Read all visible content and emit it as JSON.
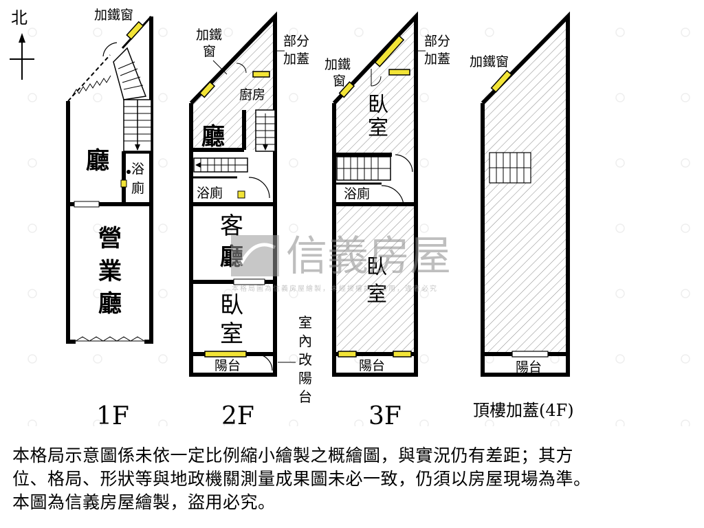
{
  "compass": {
    "label": "北"
  },
  "watermark": {
    "brand": "信義房屋",
    "notice": "本格局圖為信義房屋繪製，未經授權請勿盜用，違者必究"
  },
  "floors": {
    "f1": {
      "caption": "1F",
      "rooms": {
        "hall": "廳",
        "shop": [
          "營",
          "業",
          "廳"
        ],
        "bath": [
          "浴",
          "廁"
        ]
      },
      "notes": {
        "iron_window": "加鐵窗"
      }
    },
    "f2": {
      "caption": "2F",
      "rooms": {
        "kitchen": "廚房",
        "hall": "廳",
        "bath": "浴廁",
        "living": [
          "客",
          "廳"
        ],
        "bedroom": [
          "臥",
          "室"
        ],
        "balcony": "陽台"
      },
      "notes": {
        "iron_window": [
          "加鐵",
          "窗"
        ],
        "partial_addition": [
          "部分",
          "加蓋"
        ],
        "indoor_balcony": [
          "室",
          "內",
          "改",
          "陽",
          "台"
        ]
      }
    },
    "f3": {
      "caption": "3F",
      "rooms": {
        "bedroom_top": [
          "臥",
          "室"
        ],
        "bath": "浴廁",
        "bedroom_main": [
          "臥",
          "室"
        ],
        "balcony": "陽台"
      },
      "notes": {
        "iron_window": [
          "加鐵",
          "窗"
        ],
        "partial_addition": [
          "部分",
          "加蓋"
        ]
      }
    },
    "f4": {
      "caption": "頂樓加蓋(4F)",
      "rooms": {
        "balcony": "陽台"
      },
      "notes": {
        "iron_window": "加鐵窗"
      }
    }
  },
  "disclaimer": [
    "本格局示意圖係未依一定比例縮小繪製之概繪圖，與實況仍有差距；其方",
    "位、格局、形狀等與地政機關測量成果圖未必一致，仍須以房屋現場為準。",
    "本圖為信義房屋繪製，盜用必究。"
  ]
}
